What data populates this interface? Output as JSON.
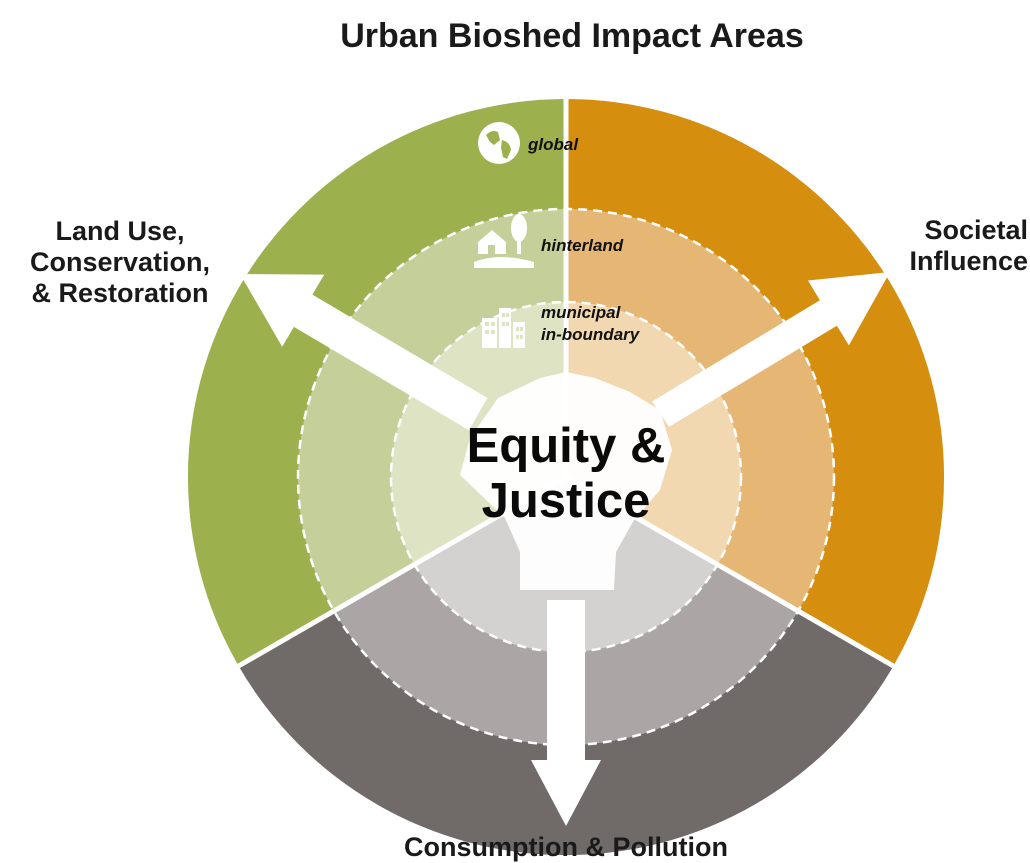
{
  "title": "Urban Bioshed Impact Areas",
  "categories": {
    "land_use": {
      "lines": [
        "Land Use,",
        "Conservation,",
        "& Restoration"
      ],
      "color": "#9cb04e"
    },
    "societal": {
      "lines": [
        "Societal",
        "Influence"
      ],
      "color": "#d58e0d"
    },
    "consumption": {
      "lines": [
        "Consumption & Pollution"
      ],
      "color": "#706a69"
    }
  },
  "rings": {
    "outer": {
      "label": "global",
      "icon": "globe-icon"
    },
    "middle": {
      "label": "hinterland",
      "icon": "house-tree-icon"
    },
    "inner": {
      "lines": [
        "municipal",
        "in-boundary"
      ],
      "icon": "buildings-icon"
    }
  },
  "center": {
    "lines": [
      "Equity &",
      "Justice"
    ]
  }
}
